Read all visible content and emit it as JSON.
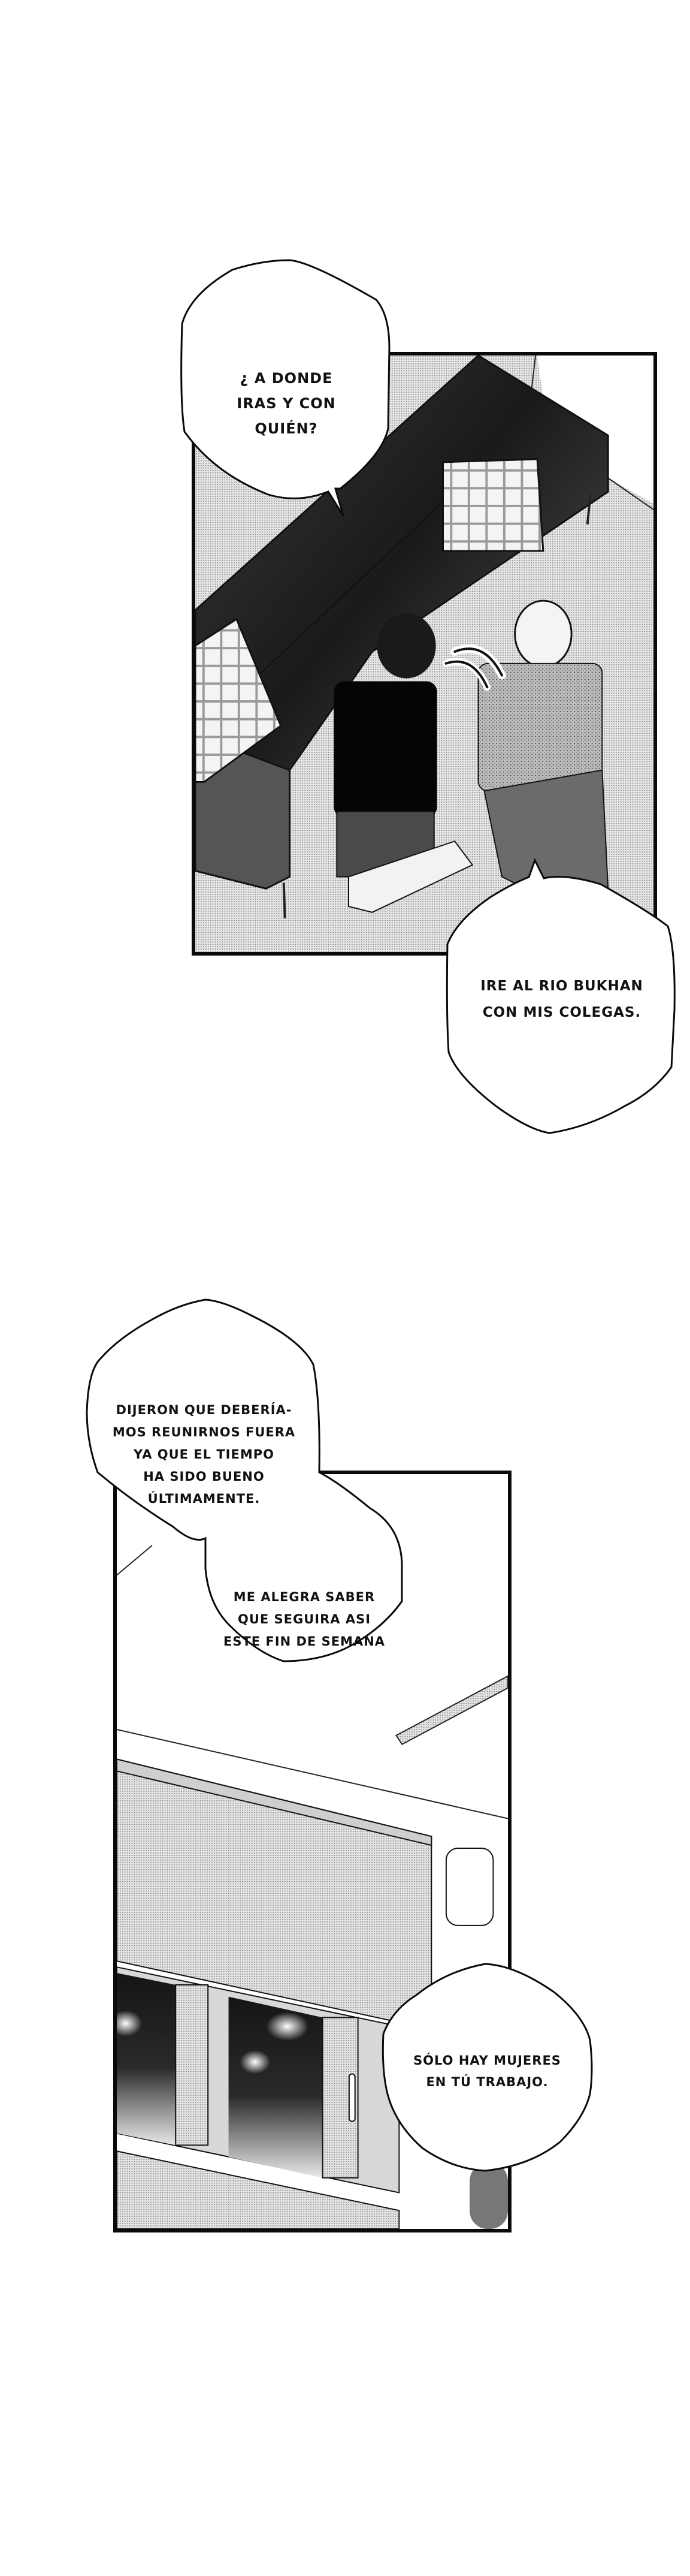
{
  "page": {
    "background": "#ffffff",
    "ink": "#0a0a0a"
  },
  "panels": [
    {
      "id": "panel-1",
      "scene": "living-room-sofa",
      "description": "Two men sitting on the floor beside a dark sofa with plaid cushions"
    },
    {
      "id": "panel-2",
      "scene": "window-night",
      "description": "Ceiling, roller blind and a window showing night sky with blurred lights"
    }
  ],
  "bubbles": [
    {
      "id": "bubble-1",
      "lines": [
        "¿ A DONDE",
        "IRAS Y CON",
        "QUIÉN?"
      ]
    },
    {
      "id": "bubble-2",
      "lines": [
        "IRE AL RIO BUKHAN",
        "CON MIS COLEGAS."
      ]
    },
    {
      "id": "bubble-3",
      "lines": [
        "DIJERON QUE DEBERÍA-",
        "MOS REUNIRNOS FUERA",
        "YA QUE EL TIEMPO",
        "HA SIDO BUENO",
        "ÚLTIMAMENTE."
      ]
    },
    {
      "id": "bubble-4",
      "lines": [
        "ME ALEGRA SABER",
        "QUE SEGUIRA ASI",
        "ESTE FIN DE SEMANA"
      ]
    },
    {
      "id": "bubble-5",
      "lines": [
        "SÓLO HAY MUJERES",
        "EN TÚ TRABAJO."
      ]
    }
  ]
}
